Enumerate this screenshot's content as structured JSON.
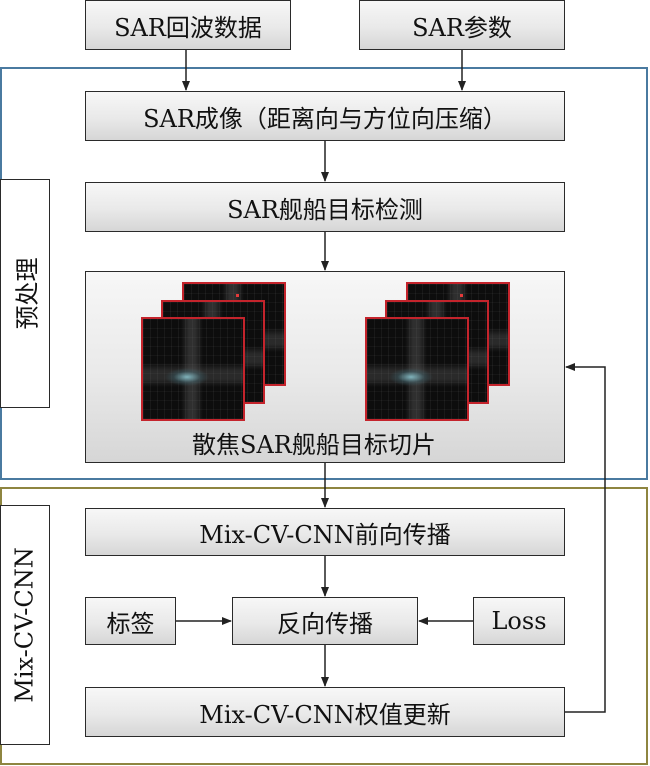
{
  "inputs": {
    "echo_data": "SAR回波数据",
    "parameters": "SAR参数"
  },
  "preprocessing": {
    "side_label": "预处理",
    "imaging": "SAR成像（距离向与方位向压缩）",
    "detection": "SAR舰船目标检测",
    "slices_caption": "散焦SAR舰船目标切片"
  },
  "network": {
    "side_label": "Mix-CV-CNN",
    "forward": "Mix-CV-CNN前向传播",
    "label": "标签",
    "backward": "反向传播",
    "loss": "Loss",
    "update": "Mix-CV-CNN权值更新"
  },
  "colors": {
    "preprocessing_border": "#4a7aa0",
    "network_border": "#8e8540",
    "slice_border": "#c4242c"
  }
}
